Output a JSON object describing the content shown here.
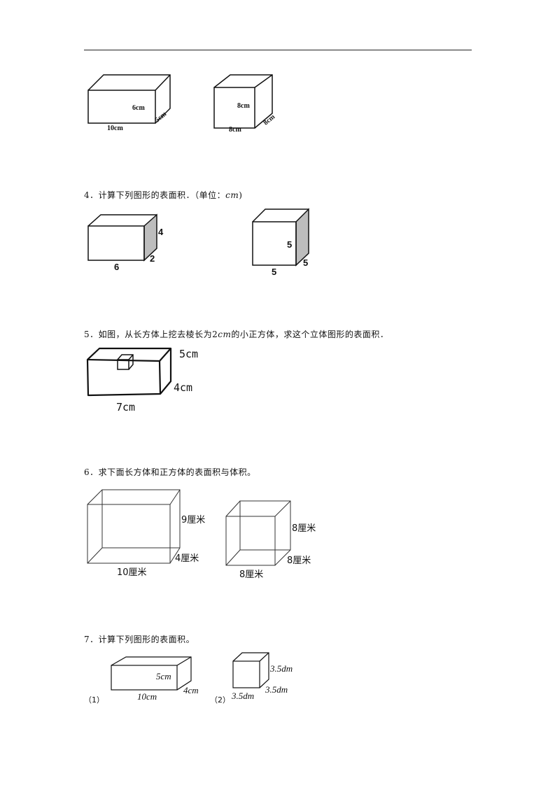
{
  "page": {
    "q3_fig1": {
      "height": "6cm",
      "length": "10cm",
      "width": "5cm"
    },
    "q3_fig2": {
      "height": "8cm",
      "length": "8cm",
      "width": "8cm"
    },
    "q4": {
      "text": "4．计算下列图形的表面积．（单位：",
      "unit": "cm",
      "close": ")",
      "fig1": {
        "length": "6",
        "width": "2",
        "height": "4"
      },
      "fig2": {
        "length": "5",
        "width": "5",
        "height": "5"
      }
    },
    "q5": {
      "text_a": "5．如图，从长方体上挖去棱长为",
      "edge_num": "2",
      "edge_unit": "cm",
      "text_b": "的小正方体，求这个立体图形的表面积．",
      "fig": {
        "height": "5cm",
        "width": "4cm",
        "length": "7cm"
      }
    },
    "q6": {
      "text": "6．求下面长方体和正方体的表面积与体积。",
      "fig1": {
        "height": "9厘米",
        "width": "4厘米",
        "length": "10厘米"
      },
      "fig2": {
        "height": "8厘米",
        "width": "8厘米",
        "length": "8厘米"
      }
    },
    "q7": {
      "text": "7．计算下列图形的表面积。",
      "tag1": "（1）",
      "tag2": "（2）",
      "fig1": {
        "height": "5cm",
        "length": "10cm",
        "width": "4cm"
      },
      "fig2": {
        "height": "3.5dm",
        "width": "3.5dm",
        "length": "3.5dm"
      }
    }
  }
}
